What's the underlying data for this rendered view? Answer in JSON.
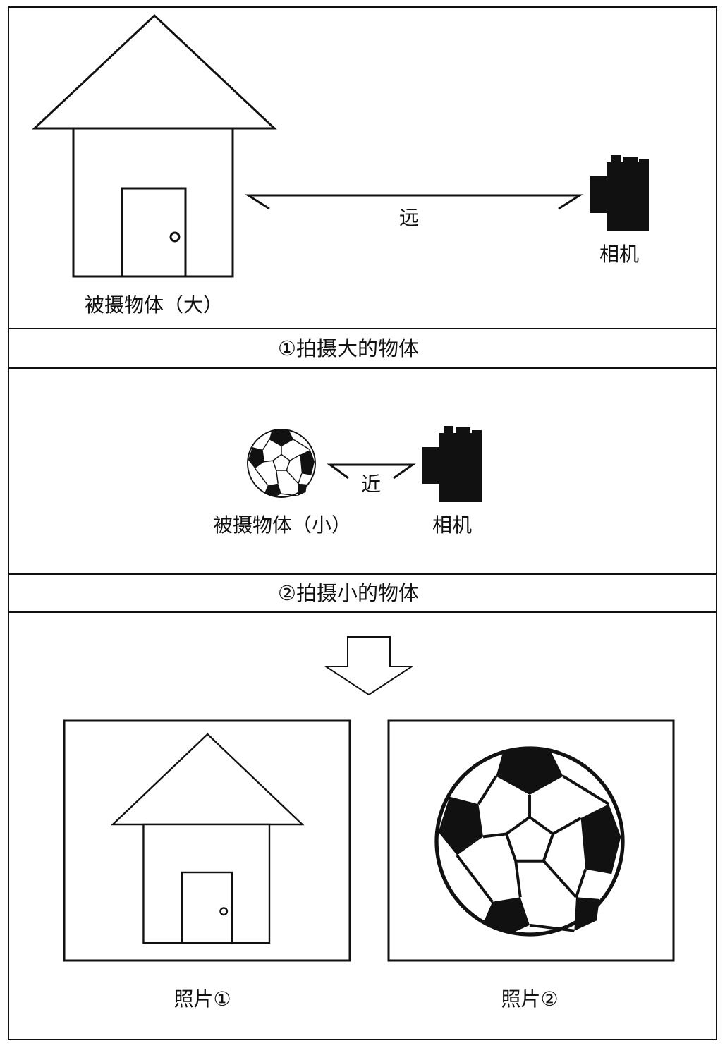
{
  "section1": {
    "subject_label": "被摄物体（大）",
    "distance_label": "远",
    "camera_label": "相机",
    "caption": "①拍摄大的物体"
  },
  "section2": {
    "subject_label": "被摄物体（小）",
    "distance_label": "近",
    "camera_label": "相机",
    "caption": "②拍摄小的物体"
  },
  "section3": {
    "photo1_label": "照片①",
    "photo2_label": "照片②"
  },
  "colors": {
    "ink": "#111111",
    "background": "#ffffff"
  },
  "icons": [
    "house-icon",
    "camera-icon",
    "soccer-ball-icon",
    "down-arrow-icon"
  ]
}
